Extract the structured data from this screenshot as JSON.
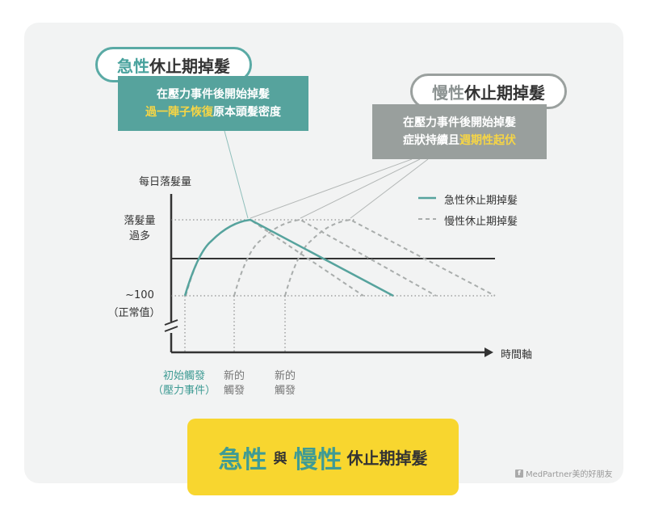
{
  "tags": {
    "acute": {
      "emphasis": "急性",
      "rest": "休止期掉髮"
    },
    "chronic": {
      "emphasis": "慢性",
      "rest": "休止期掉髮"
    }
  },
  "boxes": {
    "acute": {
      "line1": "在壓力事件後開始掉髮",
      "line2_highlight": "過一陣子恢復",
      "line2_rest": "原本頭髮密度"
    },
    "chronic": {
      "line1": "在壓力事件後開始掉髮",
      "line2_rest": "症狀持續且",
      "line2_highlight": "週期性起伏"
    }
  },
  "axes": {
    "y_title": "每日落髮量",
    "y_high_line1": "落髮量",
    "y_high_line2": "過多",
    "y_normal_line1": "~100",
    "y_normal_line2": "（正常值）",
    "x_title": "時間軸"
  },
  "x_labels": {
    "trigger_line1": "初始觸發",
    "trigger_line2": "（壓力事件）",
    "new1_line1": "新的",
    "new1_line2": "觸發",
    "new2_line1": "新的",
    "new2_line2": "觸發"
  },
  "legend": {
    "acute": "急性休止期掉髮",
    "chronic": "慢性休止期掉髮"
  },
  "banner": {
    "left": "急性",
    "middle": "與",
    "right": "慢性",
    "tail": "休止期掉髮"
  },
  "watermark": "MedPartner美的好朋友",
  "colors": {
    "teal": "#56a39d",
    "grey": "#999f9d",
    "highlight": "#f6d545",
    "banner": "#f8d62f",
    "card": "#f2f3f3"
  }
}
